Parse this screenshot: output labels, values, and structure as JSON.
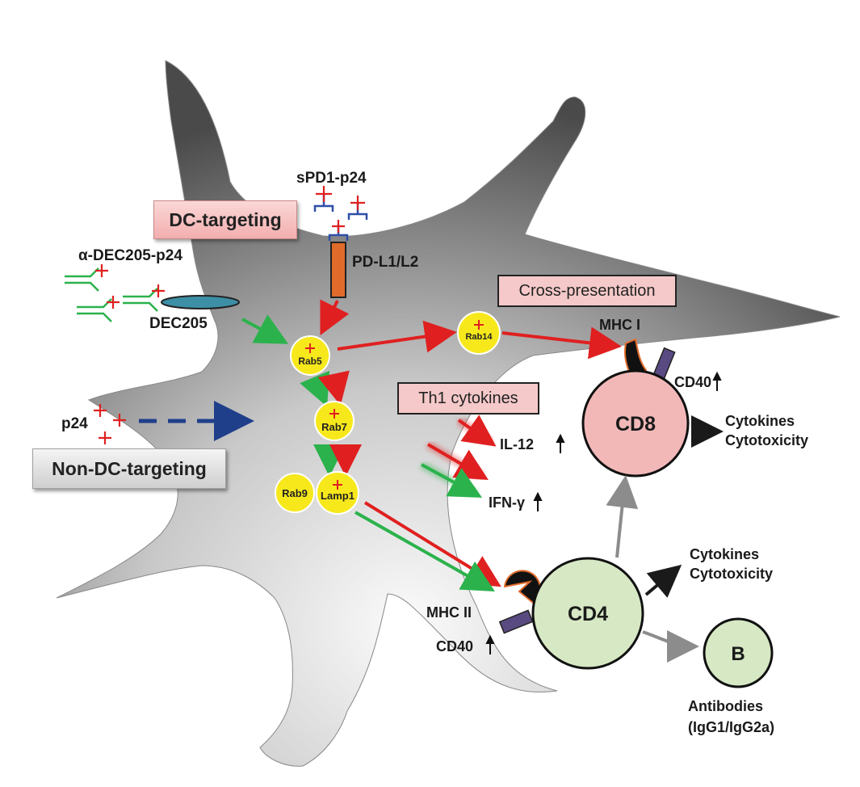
{
  "boxes": {
    "dc_targeting": "DC-targeting",
    "non_dc_targeting": "Non-DC-targeting",
    "cross_presentation": "Cross-presentation",
    "th1_cytokines": "Th1 cytokines"
  },
  "labels": {
    "spd1_p24": "sPD1-p24",
    "pd_l1_l2": "PD-L1/L2",
    "a_dec205_p24": "α-DEC205-p24",
    "dec205": "DEC205",
    "p24": "p24",
    "mhc_i": "MHC I",
    "cd40_top": "CD40",
    "mhc_ii": "MHC II",
    "cd40_bottom": "CD40",
    "il12": "IL-12",
    "ifn_gamma": "IFN-γ",
    "cd8_out_line1": "Cytokines",
    "cd8_out_line2": "Cytotoxicity",
    "cd4_out_line1": "Cytokines",
    "cd4_out_line2": "Cytotoxicity",
    "antibodies_line1": "Antibodies",
    "antibodies_line2": "(IgG1/IgG2a)"
  },
  "rabs": {
    "rab5": "Rab5",
    "rab7": "Rab7",
    "rab9": "Rab9",
    "lamp1": "Lamp1",
    "rab14": "Rab14"
  },
  "cells": {
    "cd8": "CD8",
    "cd4": "CD4",
    "b": "B"
  },
  "colors": {
    "red_arrow": "#e02020",
    "green_arrow": "#2bb24c",
    "blue_dashed": "#1f3f8a",
    "gray_arrow": "#8c8c8c",
    "rab_fill": "#f7e81c",
    "cd8_fill": "#f2b8b8",
    "cd4_fill": "#d6e8c4",
    "receptor": "#e06b2b",
    "dec205": "#3c8fa5",
    "cd40": "#5a4a82"
  }
}
